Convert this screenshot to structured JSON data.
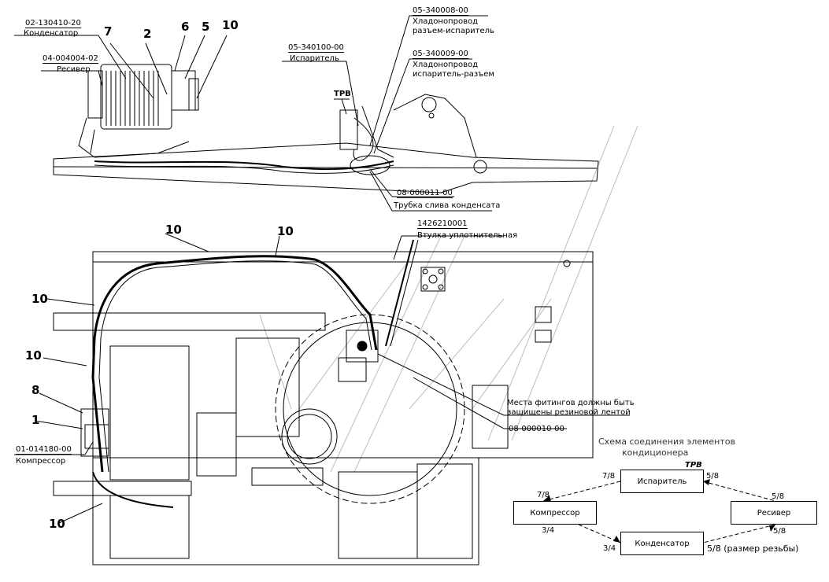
{
  "top_view": {
    "condenser": {
      "code": "02-130410-20",
      "name": "Конденсатор"
    },
    "receiver": {
      "code": "04-004004-02",
      "name": "Ресивер"
    },
    "evaporator": {
      "code": "05-340100-00",
      "name": "Испаритель"
    },
    "pipe_conn_evap": {
      "code": "05-340008-00",
      "line1": "Хладонопровод",
      "line2": "разъем-испаритель"
    },
    "pipe_evap_conn": {
      "code": "05-340009-00",
      "line1": "Хладонопровод",
      "line2": "испаритель-разъем"
    },
    "trv": "ТРВ",
    "drain_tube": {
      "code": "08-000011-00",
      "name": "Трубка слива конденсата"
    },
    "callouts": [
      "7",
      "2",
      "6",
      "5",
      "10"
    ]
  },
  "plan_view": {
    "bushing": {
      "code": "1426210001",
      "name": "Втулка уплотнительная"
    },
    "fittings_note": {
      "line1": "Места фитингов должны быть",
      "line2": "защищены резиновой лентой"
    },
    "part_08_000010": "08-000010-00",
    "compressor": {
      "code": "01-014180-00",
      "name": "Компрессор"
    },
    "callouts": {
      "c10a": "10",
      "c10b": "10",
      "c10c": "10",
      "c10d": "10",
      "c8": "8",
      "c1": "1",
      "c10e": "10"
    }
  },
  "scheme": {
    "title_line1": "Схема соединения элементов",
    "title_line2": "кондиционера",
    "trv": "ТРВ",
    "boxes": {
      "evaporator": "Испаритель",
      "compressor": "Компрессор",
      "receiver": "Ресивер",
      "condenser": "Конденсатор"
    },
    "sizes": {
      "evap_left": "7/8",
      "evap_right": "5/8",
      "comp_top": "7/8",
      "comp_bottom": "3/4",
      "recv_top": "5/8",
      "recv_bottom": "5/8",
      "cond_left": "3/4",
      "cond_right": "5/8 (размер резьбы)"
    }
  }
}
